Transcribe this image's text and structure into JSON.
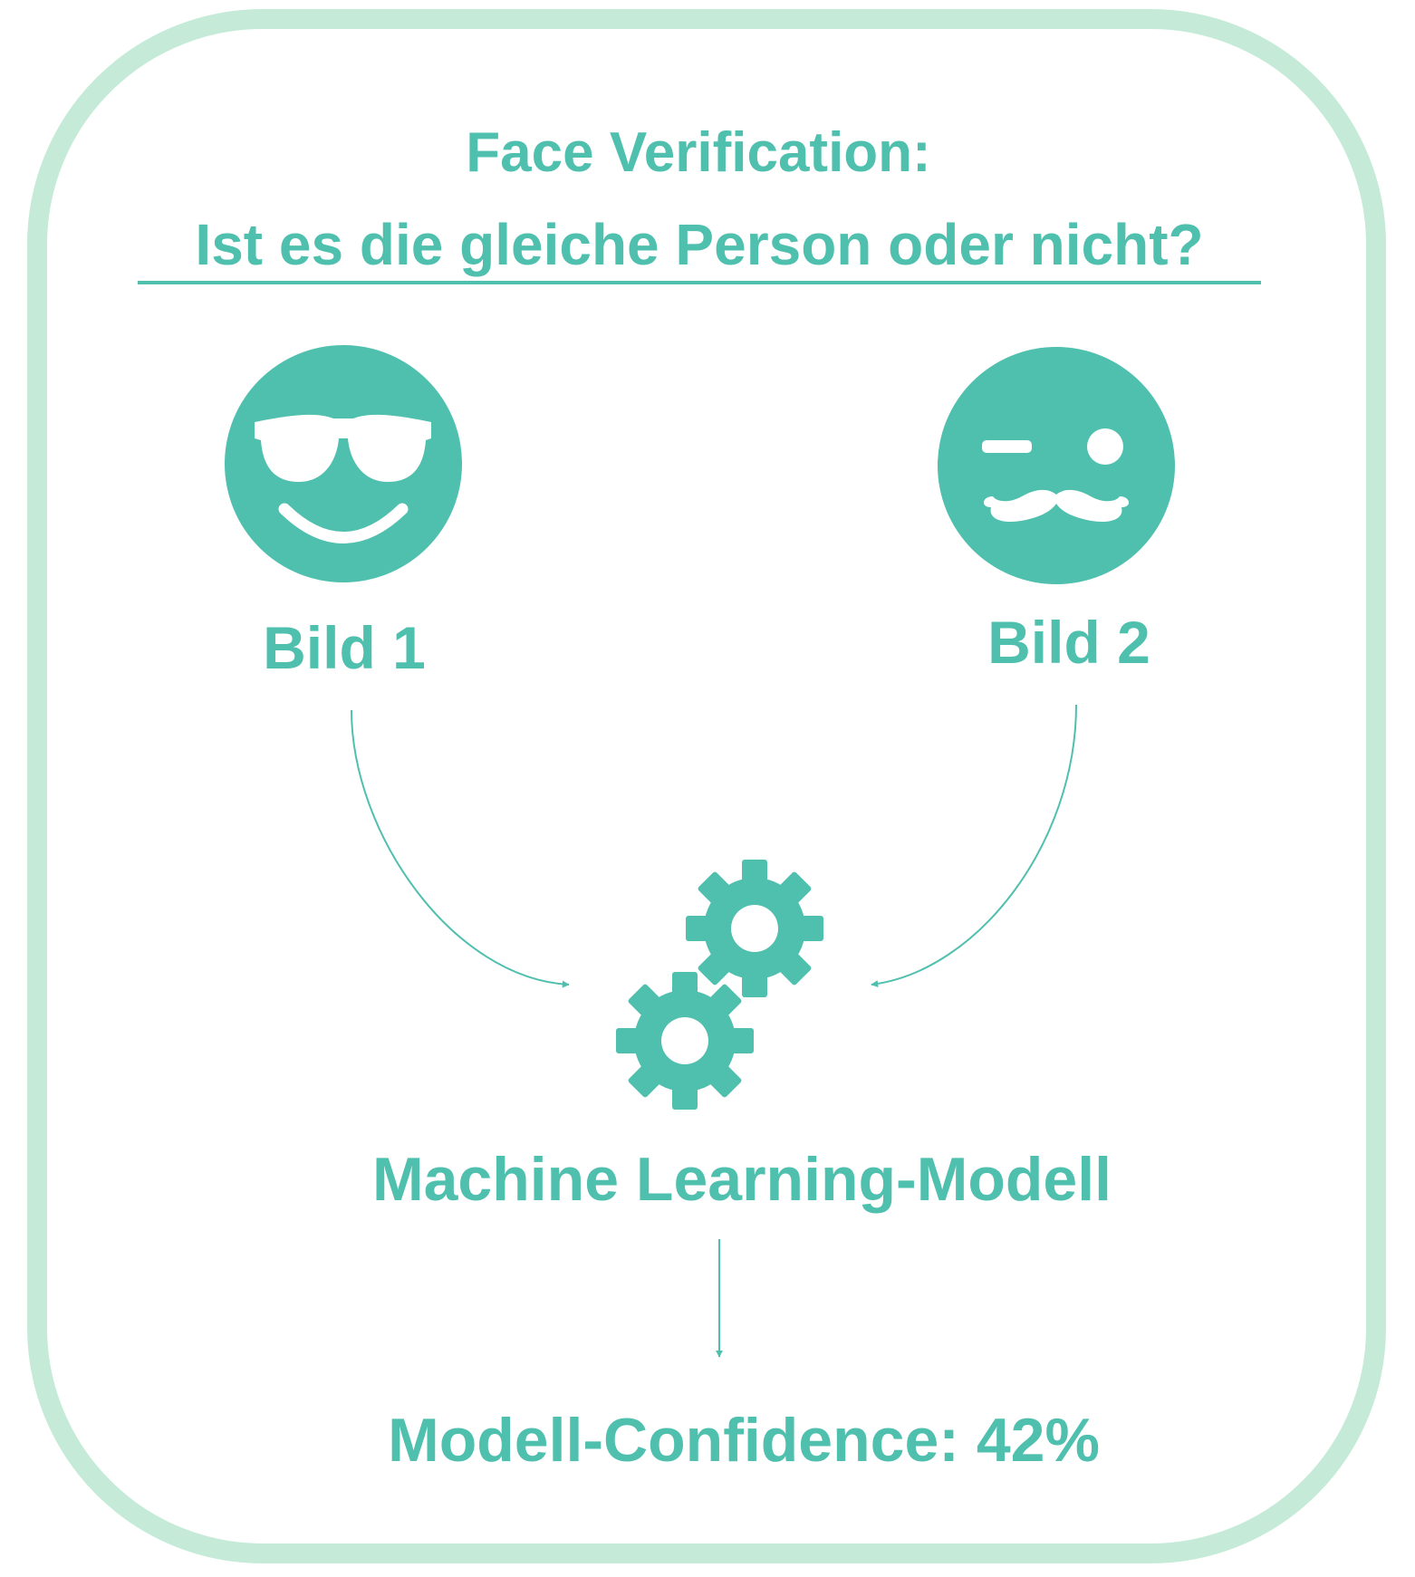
{
  "colors": {
    "accent": "#4fbfae",
    "frame": "#c5ebd8",
    "background": "#ffffff"
  },
  "title": {
    "line1": "Face Verification:",
    "line2": "Ist es die gleiche Person oder nicht?"
  },
  "images": [
    {
      "label": "Bild 1",
      "icon": "sunglasses-face-icon"
    },
    {
      "label": "Bild 2",
      "icon": "monocle-mustache-face-icon"
    }
  ],
  "model": {
    "label": "Machine Learning-Modell",
    "icon": "gears-icon"
  },
  "result": {
    "label": "Modell-Confidence: 42%"
  }
}
